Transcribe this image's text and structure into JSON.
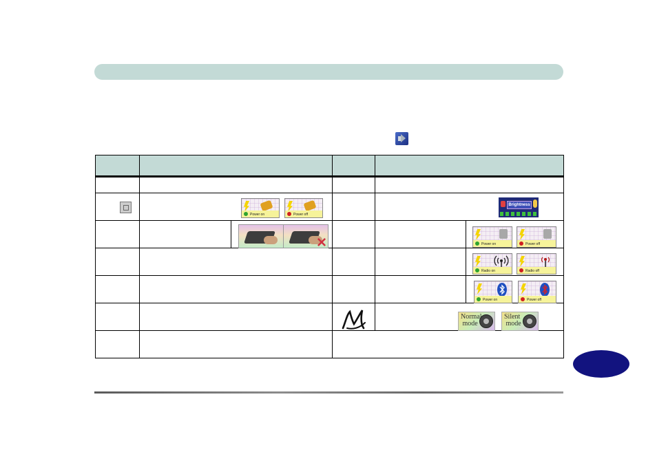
{
  "page": {
    "header_text": "",
    "footer_text": "",
    "page_number_badge": ""
  },
  "icons": {
    "speaker": "speaker-icon",
    "fn_key": "square-key-icon",
    "m_logo": "control-center-m-icon",
    "bluetooth": "bluetooth-icon",
    "radio": "radio-antenna-icon",
    "fan": "fan-icon"
  },
  "osd": {
    "power_on": "Power on",
    "power_off": "Power off",
    "radio_on": "Radio on",
    "radio_off": "Radio off",
    "brightness": "Brightness",
    "normal_mode": "Normal\n mode",
    "silent_mode": "Silent\n mode"
  },
  "colors": {
    "header_bar": "#c3dad6",
    "table_header": "#c3dad6",
    "badge": "#12137f",
    "power_on_dot": "#2ea42e",
    "power_off_dot": "#d02020"
  }
}
